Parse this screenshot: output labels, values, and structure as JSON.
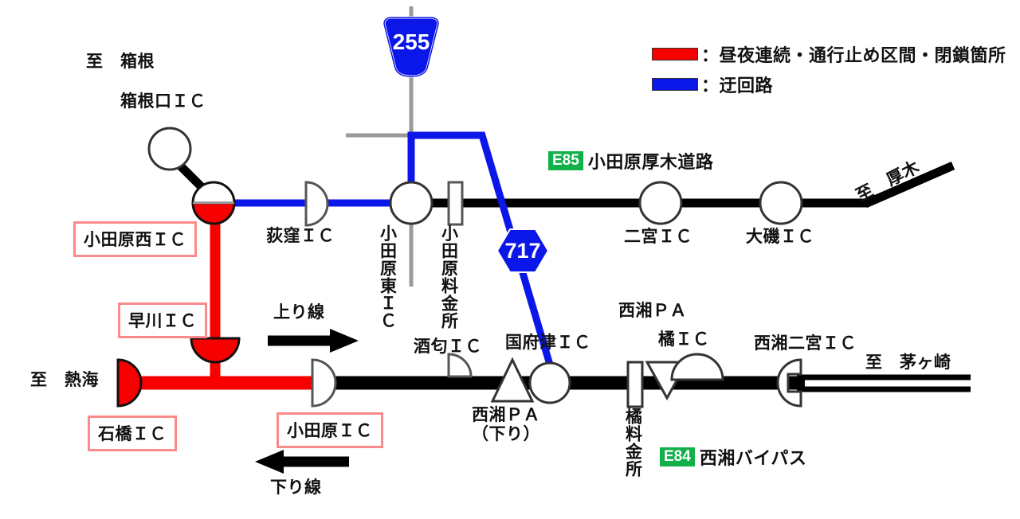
{
  "colors": {
    "closure_red": "#f60000",
    "detour_blue": "#0b17e8",
    "road_black": "#000000",
    "route_gray": "#9a9a9a",
    "badge_green": "#12b04a",
    "label_box_border": "#fb8a8a"
  },
  "legend": {
    "items": [
      {
        "color": "#f60000",
        "separator": "：",
        "text": "昼夜連続・通行止め区間・閉鎖箇所"
      },
      {
        "color": "#0b17e8",
        "separator": "：",
        "text": "迂回路"
      }
    ]
  },
  "route_badges": {
    "odawara_atsugi": {
      "code": "E85",
      "name": "小田原厚木道路"
    },
    "seisho_bypass": {
      "code": "E84",
      "name": "西湘バイパス"
    }
  },
  "route_shields": {
    "national_255": "255",
    "prefectural_717": "717"
  },
  "directions": {
    "to_hakone": "至　箱根",
    "to_atami": "至　熱海",
    "to_atsugi": "至　厚木",
    "to_chigasaki": "至　茅ヶ崎"
  },
  "lane_arrows": {
    "inbound": "上り線",
    "outbound": "下り線"
  },
  "interchanges": {
    "hakoneguchi": "箱根口ＩＣ",
    "odawara_nishi": "小田原西ＩＣ",
    "hayakawa": "早川ＩＣ",
    "ishibashi": "石橋ＩＣ",
    "odawara": "小田原ＩＣ",
    "ogikubo": "荻窪ＩＣ",
    "odawara_higashi": "小田原東ＩＣ",
    "odawara_tollgate": "小田原料金所",
    "sakawa": "酒匂ＩＣ",
    "ninomiya": "二宮ＩＣ",
    "oiso": "大磯ＩＣ",
    "kouzu": "国府津ＩＣ",
    "seisho_pa_up": "西湘ＰＡ",
    "seisho_pa_down": "西湘ＰＡ\n（下り）",
    "seisho_pa_down_line1": "西湘ＰＡ",
    "seisho_pa_down_line2": "（下り）",
    "tachibana": "橘ＩＣ",
    "tachibana_tollgate": "橘料金所",
    "seisho_ninomiya": "西湘二宮ＩＣ"
  },
  "closed_labels": [
    "小田原西ＩＣ",
    "早川ＩＣ",
    "石橋ＩＣ",
    "小田原ＩＣ"
  ],
  "icons": {
    "interchange_circle": "circle-icon",
    "interchange_half": "half-disc-icon",
    "tollgate": "tollgate-rect-icon",
    "parking_area": "triangle-icon",
    "route_shield_triangle": "shield-255-icon",
    "route_shield_hex": "shield-717-icon"
  }
}
